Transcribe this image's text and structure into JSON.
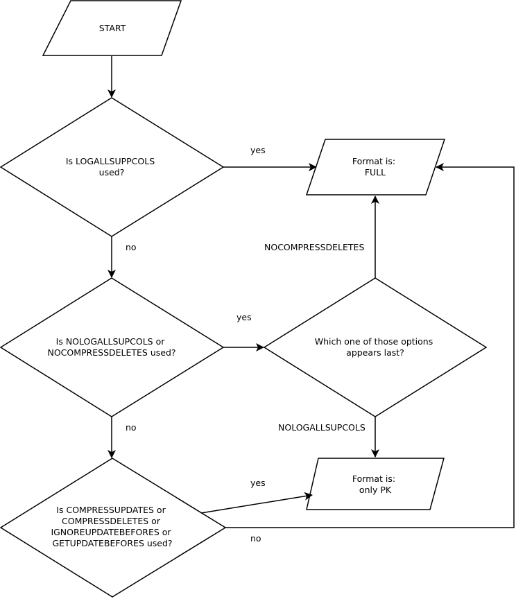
{
  "diagram": {
    "nodes": {
      "start": {
        "lines": [
          "START"
        ]
      },
      "q1": {
        "lines": [
          "Is LOGALLSUPPCOLS",
          "used?"
        ]
      },
      "q2": {
        "lines": [
          "Is NOLOGALLSUPCOLS or",
          "NOCOMPRESSDELETES used?"
        ]
      },
      "q3": {
        "lines": [
          "Is COMPRESSUPDATES or",
          "COMPRESSDELETES or",
          "IGNOREUPDATEBEFORES or",
          "GETUPDATEBEFORES used?"
        ]
      },
      "q4": {
        "lines": [
          "Which one of those options",
          "appears last?"
        ]
      },
      "full": {
        "lines": [
          "Format is:",
          "FULL"
        ]
      },
      "pk": {
        "lines": [
          "Format is:",
          "only PK"
        ]
      }
    },
    "edges": {
      "q1_yes": "yes",
      "q1_no": "no",
      "q2_yes": "yes",
      "q2_no": "no",
      "q3_yes": "yes",
      "q3_no": "no",
      "q4_nocompress": "NOCOMPRESSDELETES",
      "q4_nologall": "NOLOGALLSUPCOLS"
    }
  }
}
